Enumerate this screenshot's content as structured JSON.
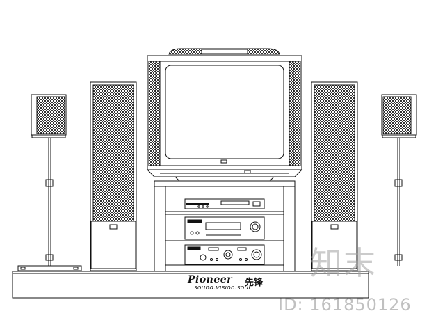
{
  "brand": {
    "name": "Pioneer",
    "name_cn": "先锋",
    "slogan": "sound.vision.soul"
  },
  "watermark": {
    "logo_text": "知末",
    "id_text": "ID: 161850126"
  },
  "colors": {
    "line": "#111111",
    "grille": "#555555",
    "watermark": "#a0a0a0"
  }
}
